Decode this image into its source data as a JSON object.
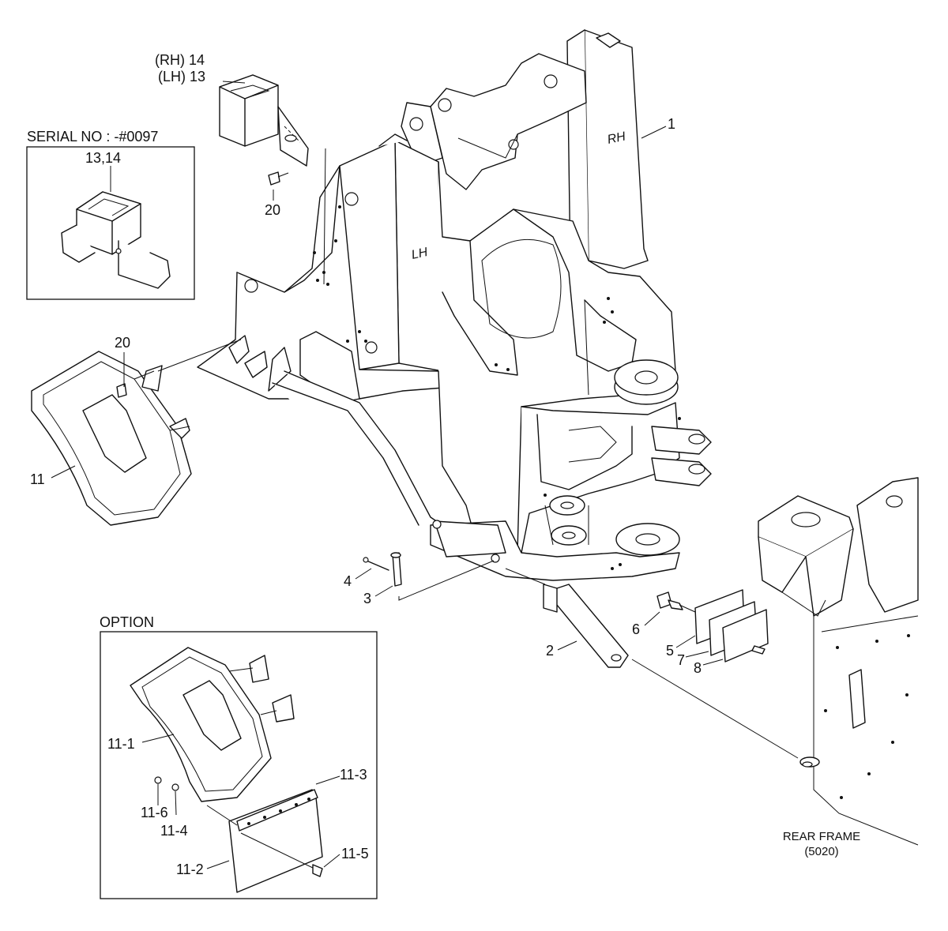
{
  "frame_marks": {
    "rh": "RH",
    "lh": "LH"
  },
  "inset_serial": {
    "title": "SERIAL NO : -#0097",
    "part": "13,14"
  },
  "inset_option": {
    "title": "OPTION"
  },
  "rear_frame": {
    "line1": "REAR FRAME",
    "line2": "(5020)"
  },
  "callouts": [
    {
      "id": "rh14",
      "text": "(RH) 14"
    },
    {
      "id": "lh13",
      "text": "(LH) 13"
    },
    {
      "id": "c1",
      "text": "1"
    },
    {
      "id": "c20a",
      "text": "20"
    },
    {
      "id": "c20b",
      "text": "20"
    },
    {
      "id": "c11",
      "text": "11"
    },
    {
      "id": "c4",
      "text": "4"
    },
    {
      "id": "c3",
      "text": "3"
    },
    {
      "id": "c2",
      "text": "2"
    },
    {
      "id": "c6",
      "text": "6"
    },
    {
      "id": "c5",
      "text": "5"
    },
    {
      "id": "c7",
      "text": "7"
    },
    {
      "id": "c8",
      "text": "8"
    },
    {
      "id": "c11_1",
      "text": "11-1"
    },
    {
      "id": "c11_2",
      "text": "11-2"
    },
    {
      "id": "c11_3",
      "text": "11-3"
    },
    {
      "id": "c11_4",
      "text": "11-4"
    },
    {
      "id": "c11_5",
      "text": "11-5"
    },
    {
      "id": "c11_6",
      "text": "11-6"
    }
  ]
}
